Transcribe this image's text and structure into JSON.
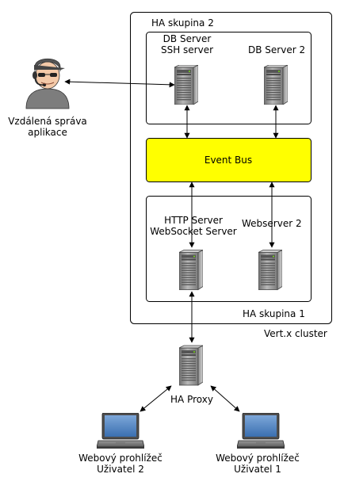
{
  "cluster": {
    "label": "Vert.x cluster"
  },
  "ha_group_2": {
    "label": "HA skupina 2",
    "db_server_1": {
      "line1": "DB Server",
      "line2": "SSH server"
    },
    "db_server_2": {
      "label": "DB Server 2"
    }
  },
  "event_bus": {
    "label": "Event Bus",
    "color": "#ffff00"
  },
  "ha_group_1": {
    "label": "HA skupina 1",
    "http_server": {
      "line1": "HTTP Server",
      "line2": "WebSocket Server"
    },
    "webserver_2": {
      "label": "Webserver 2"
    }
  },
  "ha_proxy": {
    "label": "HA Proxy"
  },
  "remote_admin": {
    "line1": "Vzdálená správa",
    "line2": "aplikace"
  },
  "browser_user_2": {
    "line1": "Webový prohlížeč",
    "line2": "Uživatel 2"
  },
  "browser_user_1": {
    "line1": "Webový prohlížeč",
    "line2": "Uživatel 1"
  }
}
